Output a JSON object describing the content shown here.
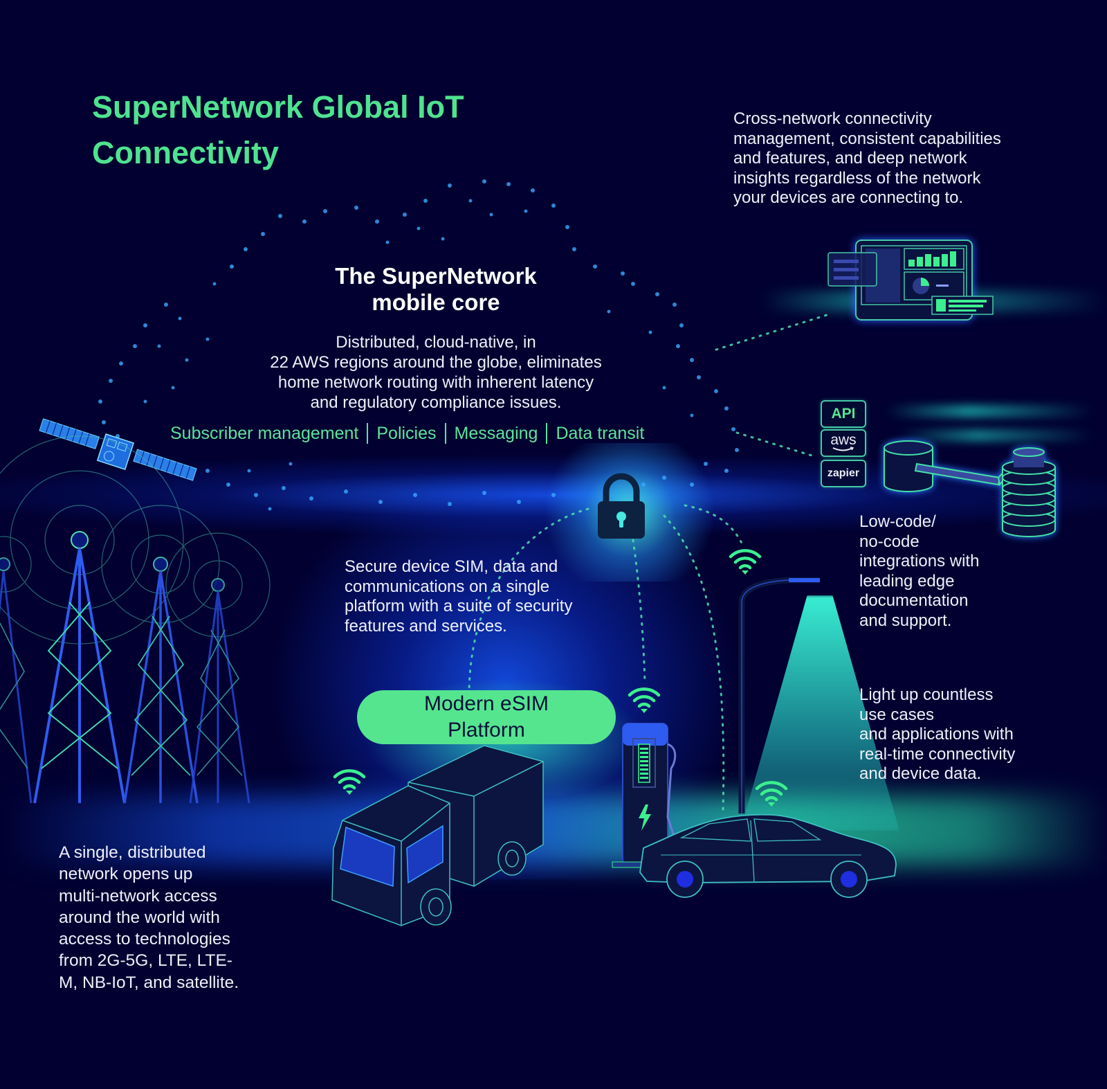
{
  "title": {
    "line1": "SuperNetwork Global IoT",
    "line2": "Connectivity"
  },
  "mobile_core": {
    "title_line1": "The SuperNetwork",
    "title_line2": "mobile core",
    "description_lines": [
      "Distributed, cloud-native, in",
      "22 AWS regions around the globe, eliminates",
      "home network routing with inherent latency",
      "and regulatory compliance issues."
    ],
    "features": [
      "Subscriber management",
      "Policies",
      "Messaging",
      "Data transit"
    ]
  },
  "callouts": {
    "cross_network": [
      "Cross-network connectivity",
      "management, consistent capabilities",
      "and features, and deep network",
      "insights regardless of the network",
      "your devices are connecting to."
    ],
    "secure_device": [
      "Secure device SIM, data and",
      "communications on a single",
      "platform with a suite of security",
      "features and services."
    ],
    "low_code": [
      "Low-code/",
      "no-code",
      "integrations with",
      "leading edge",
      "documentation",
      "and support."
    ],
    "light_up": [
      "Light up countless",
      "use cases",
      "and applications with",
      "real-time connectivity",
      "and device data."
    ],
    "single_network": [
      "A single, distributed",
      "network opens up",
      "multi-network access",
      "around the world with",
      "access to technologies",
      "from 2G-5G, LTE, LTE-",
      "M, NB-IoT, and satellite."
    ]
  },
  "esim_platform": {
    "line1": "Modern eSIM",
    "line2": "Platform"
  },
  "integrations": {
    "api": "API",
    "aws": "aws",
    "zapier": "zapier"
  },
  "illustrations": {
    "icons": [
      "satellite-icon",
      "cell-tower-icon",
      "lock-icon",
      "dashboard-icon",
      "database-icon",
      "truck-icon",
      "ev-charger-icon",
      "street-lamp-icon",
      "car-icon",
      "wifi-signal-icon"
    ]
  },
  "colors": {
    "background": "#010030",
    "accent_green": "#55e58f",
    "title_green": "#4fe38f",
    "glow_blue": "#1e5cff",
    "glow_teal": "#3cf0dc",
    "text": "#eef0fb"
  }
}
